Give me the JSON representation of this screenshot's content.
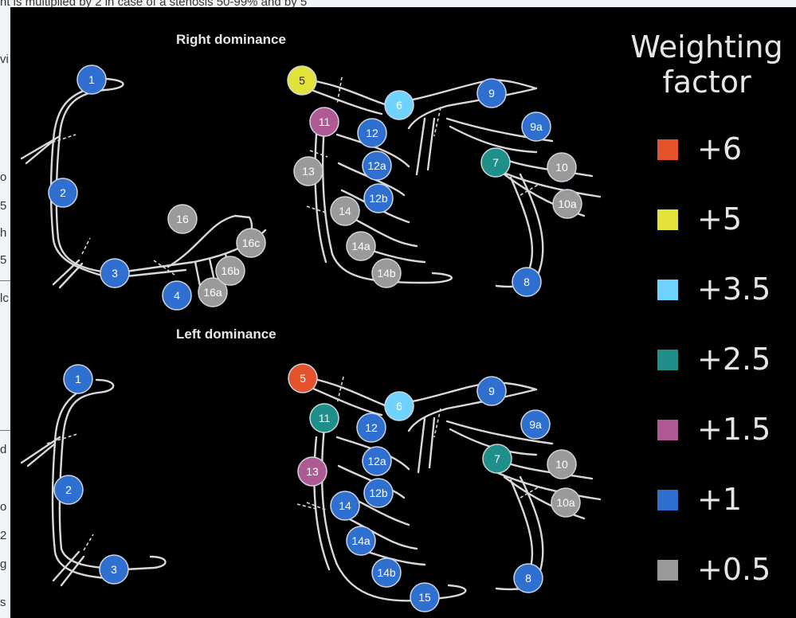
{
  "background_document": {
    "top_line": "nt is multiplied by 2 in case of a stenosis 50-99% and by 5",
    "fragments": [
      "vi",
      "o",
      "5",
      "h",
      "5",
      "lc",
      "d",
      "o",
      "2",
      "g",
      "s"
    ]
  },
  "panels": [
    {
      "title": "Right dominance",
      "segments": [
        {
          "label": "1",
          "color": "#2f6fd0"
        },
        {
          "label": "2",
          "color": "#2f6fd0"
        },
        {
          "label": "3",
          "color": "#2f6fd0"
        },
        {
          "label": "4",
          "color": "#2f6fd0"
        },
        {
          "label": "16",
          "color": "#9a9a9a"
        },
        {
          "label": "16a",
          "color": "#9a9a9a"
        },
        {
          "label": "16b",
          "color": "#9a9a9a"
        },
        {
          "label": "16c",
          "color": "#9a9a9a"
        },
        {
          "label": "5",
          "color": "#e3e23a"
        },
        {
          "label": "6",
          "color": "#6fd2ff"
        },
        {
          "label": "11",
          "color": "#b05a95"
        },
        {
          "label": "12",
          "color": "#2f6fd0"
        },
        {
          "label": "12a",
          "color": "#2f6fd0"
        },
        {
          "label": "12b",
          "color": "#2f6fd0"
        },
        {
          "label": "13",
          "color": "#9a9a9a"
        },
        {
          "label": "14",
          "color": "#9a9a9a"
        },
        {
          "label": "14a",
          "color": "#9a9a9a"
        },
        {
          "label": "14b",
          "color": "#9a9a9a"
        },
        {
          "label": "9",
          "color": "#2f6fd0"
        },
        {
          "label": "9a",
          "color": "#2f6fd0"
        },
        {
          "label": "7",
          "color": "#1f8f8a"
        },
        {
          "label": "10",
          "color": "#9a9a9a"
        },
        {
          "label": "10a",
          "color": "#9a9a9a"
        },
        {
          "label": "8",
          "color": "#2f6fd0"
        }
      ]
    },
    {
      "title": "Left dominance",
      "segments": [
        {
          "label": "1",
          "color": "#2f6fd0"
        },
        {
          "label": "2",
          "color": "#2f6fd0"
        },
        {
          "label": "3",
          "color": "#2f6fd0"
        },
        {
          "label": "5",
          "color": "#e4532c"
        },
        {
          "label": "6",
          "color": "#6fd2ff"
        },
        {
          "label": "11",
          "color": "#1f8f8a"
        },
        {
          "label": "12",
          "color": "#2f6fd0"
        },
        {
          "label": "12a",
          "color": "#2f6fd0"
        },
        {
          "label": "12b",
          "color": "#2f6fd0"
        },
        {
          "label": "13",
          "color": "#b05a95"
        },
        {
          "label": "14",
          "color": "#2f6fd0"
        },
        {
          "label": "14a",
          "color": "#2f6fd0"
        },
        {
          "label": "14b",
          "color": "#2f6fd0"
        },
        {
          "label": "15",
          "color": "#2f6fd0"
        },
        {
          "label": "9",
          "color": "#2f6fd0"
        },
        {
          "label": "9a",
          "color": "#2f6fd0"
        },
        {
          "label": "7",
          "color": "#1f8f8a"
        },
        {
          "label": "10",
          "color": "#9a9a9a"
        },
        {
          "label": "10a",
          "color": "#9a9a9a"
        },
        {
          "label": "8",
          "color": "#2f6fd0"
        }
      ]
    }
  ],
  "legend": {
    "title": "Weighting factor",
    "items": [
      {
        "value": "+6",
        "color": "#e4532c"
      },
      {
        "value": "+5",
        "color": "#e3e23a"
      },
      {
        "value": "+3.5",
        "color": "#6fd2ff"
      },
      {
        "value": "+2.5",
        "color": "#1f8f8a"
      },
      {
        "value": "+1.5",
        "color": "#b05a95"
      },
      {
        "value": "+1",
        "color": "#2f6fd0"
      },
      {
        "value": "+0.5",
        "color": "#9a9a9a"
      }
    ]
  }
}
